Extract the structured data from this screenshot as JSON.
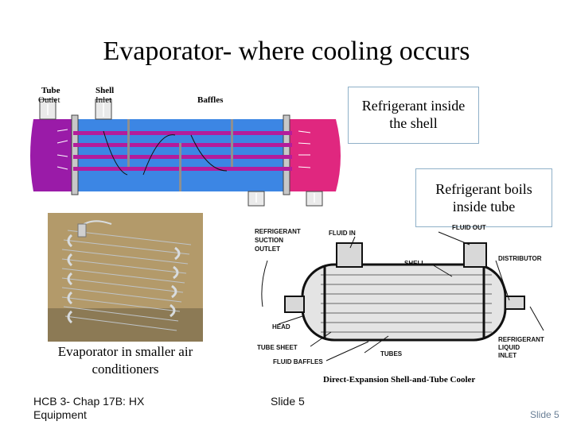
{
  "title": "Evaporator- where cooling occurs",
  "diagram_top": {
    "tube_outlet": [
      "Tube",
      "Outlet"
    ],
    "shell_inlet": [
      "Shell",
      "Inlet"
    ],
    "baffles": "Baffles",
    "colors": {
      "shell": "#3c86e4",
      "tube_end_left": "#9a1ba8",
      "tube_end_right": "#e0277f",
      "tube": "#b41c9c"
    }
  },
  "callouts": {
    "refrigerant_shell": [
      "Refrigerant inside",
      "the shell"
    ],
    "refrigerant_tube": [
      "Refrigerant boils",
      "inside tube"
    ]
  },
  "photo_caption": [
    "Evaporator in smaller air",
    "conditioners"
  ],
  "diagram_bottom": {
    "refrigerant_suction_outlet": [
      "REFRIGERANT",
      "SUCTION",
      "OUTLET"
    ],
    "fluid_in": "FLUID IN",
    "fluid_out": "FLUID OUT",
    "shell": "SHELL",
    "distributor": "DISTRIBUTOR",
    "head": "HEAD",
    "tube_sheet": "TUBE SHEET",
    "tubes": "TUBES",
    "fluid_baffles": "FLUID BAFFLES",
    "refrigerant_liquid_inlet": [
      "REFRIGERANT",
      "LIQUID",
      "INLET"
    ],
    "caption": "Direct-Expansion Shell-and-Tube Cooler"
  },
  "footer": {
    "left": [
      "HCB 3- Chap 17B: HX",
      "Equipment"
    ],
    "center": "Slide 5",
    "right": "Slide 5"
  }
}
